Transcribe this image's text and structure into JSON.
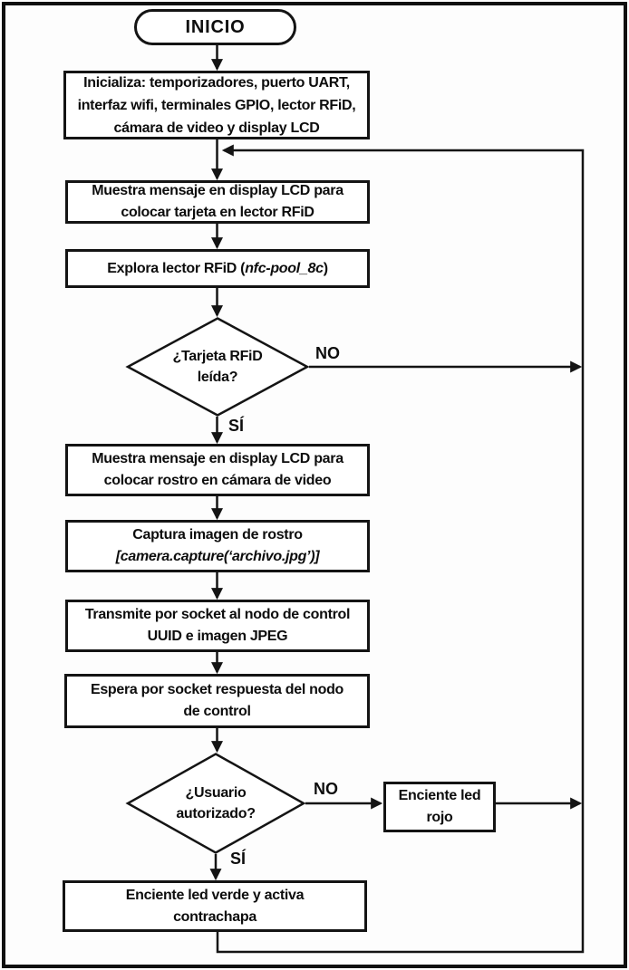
{
  "diagram": {
    "colors": {
      "stroke": "#141414",
      "background": "#ffffff"
    },
    "start": {
      "label": "INICIO"
    },
    "nodes": {
      "init": {
        "line1": "Inicializa: temporizadores, puerto UART,",
        "line2": "interfaz wifi, terminales GPIO, lector RFiD,",
        "line3": "cámara de video y display LCD"
      },
      "show_card_msg": {
        "line1": "Muestra mensaje en display LCD para",
        "line2": "colocar tarjeta en lector RFiD"
      },
      "scan_rfid": {
        "pre": "Explora lector RFiD (",
        "code": "nfc-pool_8c",
        "post": ")"
      },
      "card_read_decision": {
        "line1": "¿Tarjeta RFiD",
        "line2": "leída?"
      },
      "show_face_msg": {
        "line1": "Muestra mensaje en display LCD para",
        "line2": "colocar rostro en cámara de video"
      },
      "capture_image": {
        "line1": "Captura imagen de rostro",
        "line2": "[camera.capture(‘archivo.jpg’)]"
      },
      "transmit_socket": {
        "line1": "Transmite por socket al nodo de control",
        "line2": "UUID e imagen JPEG"
      },
      "wait_socket": {
        "line1": "Espera por socket respuesta del nodo",
        "line2": "de control"
      },
      "authorized_decision": {
        "line1": "¿Usuario",
        "line2": "autorizado?"
      },
      "red_led": {
        "line1": "Enciente led",
        "line2": "rojo"
      },
      "green_led": {
        "line1": "Enciente led verde y activa",
        "line2": "contrachapa"
      }
    },
    "labels": {
      "card_no": "NO",
      "card_yes": "SÍ",
      "auth_no": "NO",
      "auth_yes": "SÍ"
    }
  }
}
